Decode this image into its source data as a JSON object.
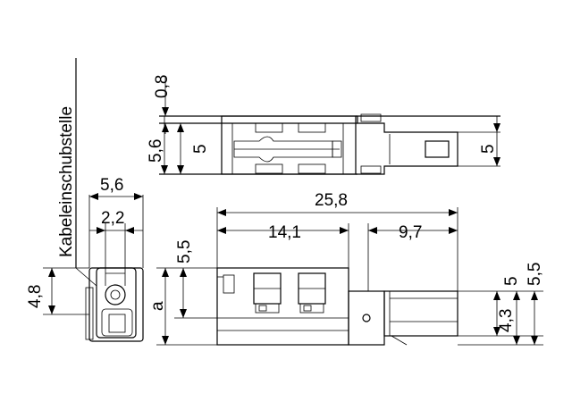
{
  "labels": {
    "cable_entry": "Kabeleinschubstelle",
    "a": "a"
  },
  "dimensions": {
    "top_gap": "0,8",
    "top_outer_height": "5,6",
    "top_inner_height": "5",
    "top_right_height": "5",
    "side_width": "5,6",
    "side_inner_width": "2,2",
    "side_height": "4,8",
    "front_total_length": "25,8",
    "front_left_length": "14,1",
    "front_right_length": "9,7",
    "front_left_height": "5,5",
    "front_right_outer": "5,5",
    "front_right_mid": "5",
    "front_right_inner": "4,3"
  }
}
